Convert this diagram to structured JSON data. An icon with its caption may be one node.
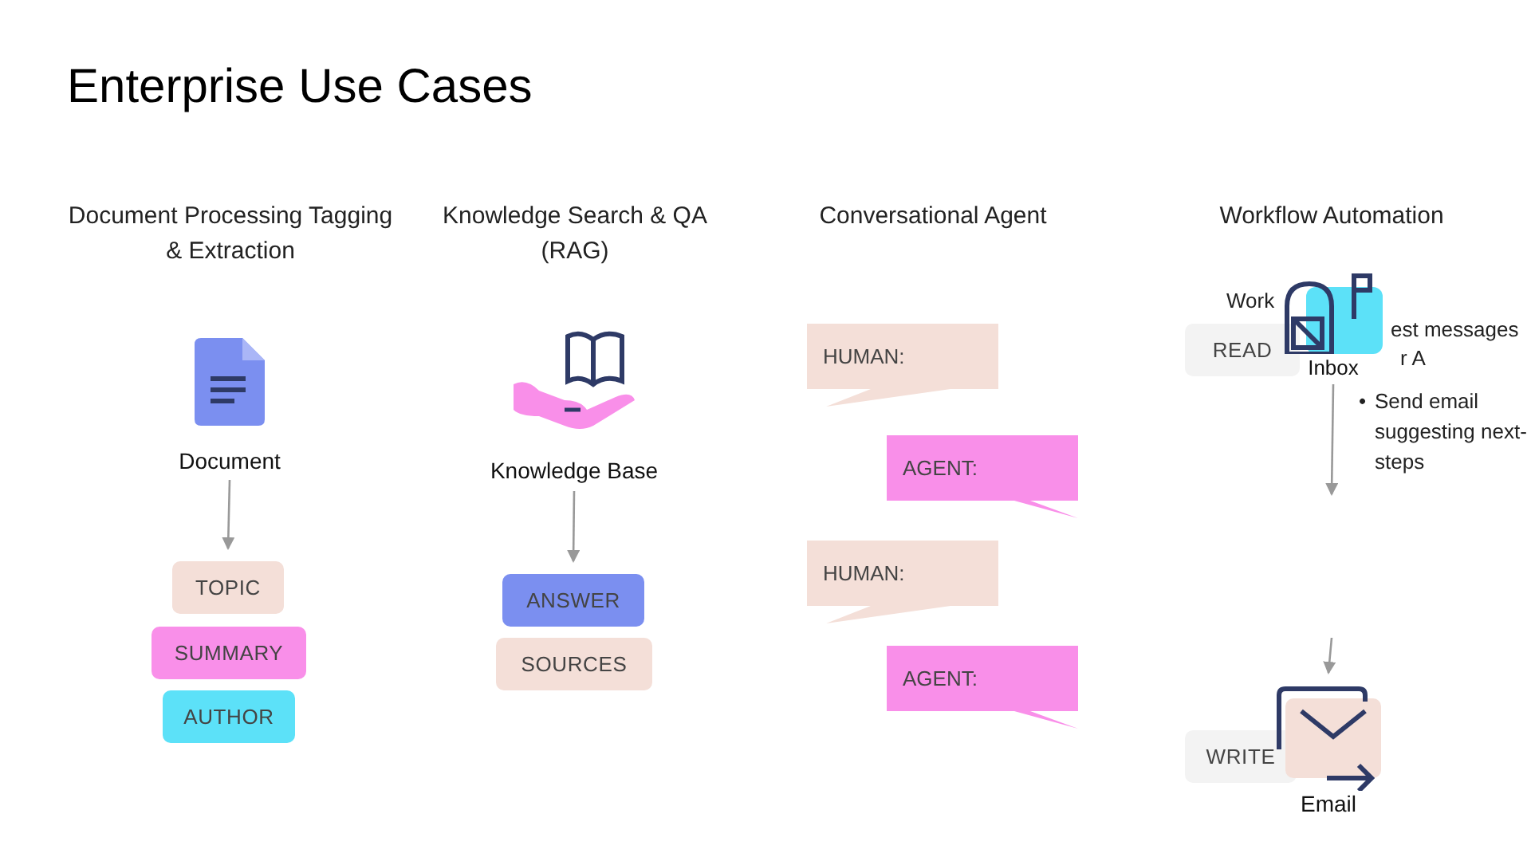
{
  "diagram": {
    "title": "Enterprise Use Cases",
    "nodes": [
      {
        "text": [
          "Document"
        ]
      },
      {
        "text": [
          "TOPIC"
        ]
      },
      {
        "text": [
          "SUMMARY"
        ]
      },
      {
        "text": [
          "AUTHOR"
        ]
      },
      {
        "text": [
          "Knowledge Base"
        ]
      },
      {
        "text": [
          "ANSWER"
        ]
      },
      {
        "text": [
          "SOURCES"
        ]
      },
      {
        "text": [
          "HUMAN:"
        ]
      },
      {
        "text": [
          "AGENT:"
        ]
      },
      {
        "text": [
          "HUMAN:"
        ]
      },
      {
        "text": [
          "AGENT:"
        ]
      },
      {
        "text": [
          "READ"
        ]
      },
      {
        "text": [
          "Inbox"
        ]
      },
      {
        "text": [
          "WRITE"
        ]
      },
      {
        "text": [
          "Email"
        ]
      }
    ],
    "edges": [
      {
        "from": 0,
        "to": 1,
        "arrow": "to"
      },
      {
        "from": 4,
        "to": 5,
        "arrow": "to"
      },
      {
        "from": 12,
        "to": null,
        "arrow": "to"
      },
      {
        "from": null,
        "to": 14,
        "arrow": "to"
      }
    ],
    "labels": [
      "Document Processing Tagging & Extraction",
      "Knowledge Search & QA (RAG)",
      "Conversational Agent",
      "Workflow Automation",
      "Work",
      "est messages",
      "r A",
      "•",
      "Send email suggesting next-steps"
    ]
  }
}
